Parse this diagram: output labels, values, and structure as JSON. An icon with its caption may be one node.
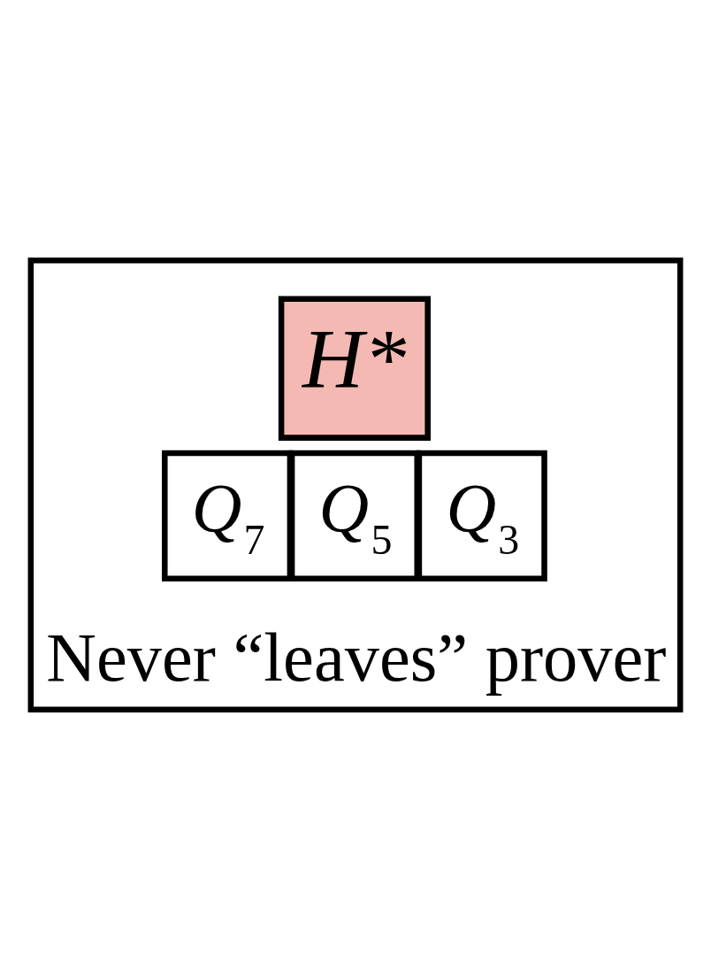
{
  "diagram": {
    "nodes": [
      {
        "text": [
          "Never “leaves” prover"
        ]
      },
      {
        "text": [
          "H*"
        ],
        "in": 0
      },
      {
        "text": [
          "Q$_{7}$"
        ],
        "in": 0
      },
      {
        "text": [
          "Q$_{5}$"
        ],
        "in": 0
      },
      {
        "text": [
          "Q$_{3}$"
        ],
        "in": 0
      }
    ],
    "edges": []
  }
}
